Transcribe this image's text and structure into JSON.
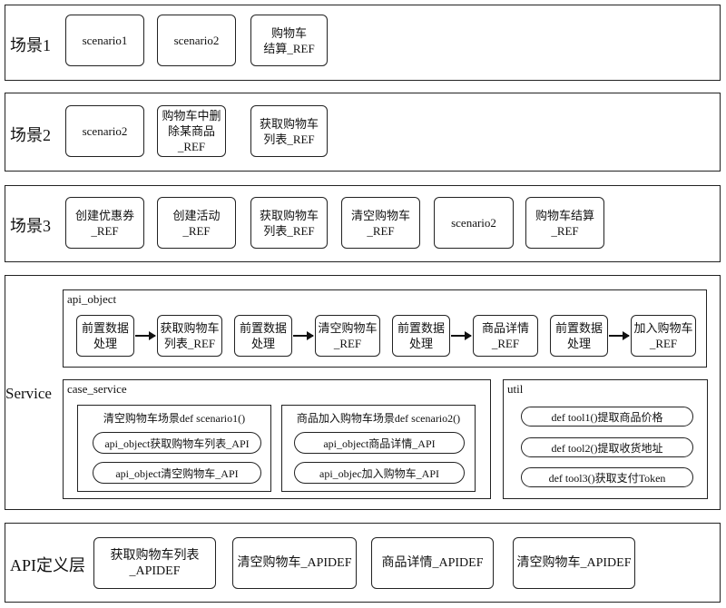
{
  "scene1": {
    "label": "场景1",
    "nodes": [
      "scenario1",
      "scenario2",
      "购物车\n结算_REF"
    ]
  },
  "scene2": {
    "label": "场景2",
    "nodes": [
      "scenario2",
      "购物车中删\n除某商品\n_REF",
      "获取购物车\n列表_REF"
    ]
  },
  "scene3": {
    "label": "场景3",
    "nodes": [
      "创建优惠券\n_REF",
      "创建活动\n_REF",
      "获取购物车\n列表_REF",
      "清空购物车\n_REF",
      "scenario2",
      "购物车结算\n_REF"
    ]
  },
  "service": {
    "label": "Service",
    "api_object": {
      "title": "api_object",
      "flow": [
        "前置数据\n处理",
        "获取购物车\n列表_REF",
        "前置数据\n处理",
        "清空购物车\n_REF",
        "前置数据\n处理",
        "商品详情\n_REF",
        "前置数据\n处理",
        "加入购物车\n_REF"
      ]
    },
    "case_service": {
      "title": "case_service",
      "groups": [
        {
          "title": "清空购物车场景def scenario1()",
          "items": [
            "api_object获取购物车列表_API",
            "api_object清空购物车_API"
          ]
        },
        {
          "title": "商品加入购物车场景def scenario2()",
          "items": [
            "api_object商品详情_API",
            "api_objec加入购物车_API"
          ]
        }
      ]
    },
    "util": {
      "title": "util",
      "items": [
        "def tool1()提取商品价格",
        "def tool2()提取收货地址",
        "def tool3()获取支付Token"
      ]
    }
  },
  "api_layer": {
    "label": "API定义层",
    "nodes": [
      "获取购物车列表\n_APIDEF",
      "清空购物车_APIDEF",
      "商品详情_APIDEF",
      "清空购物车_APIDEF"
    ]
  }
}
